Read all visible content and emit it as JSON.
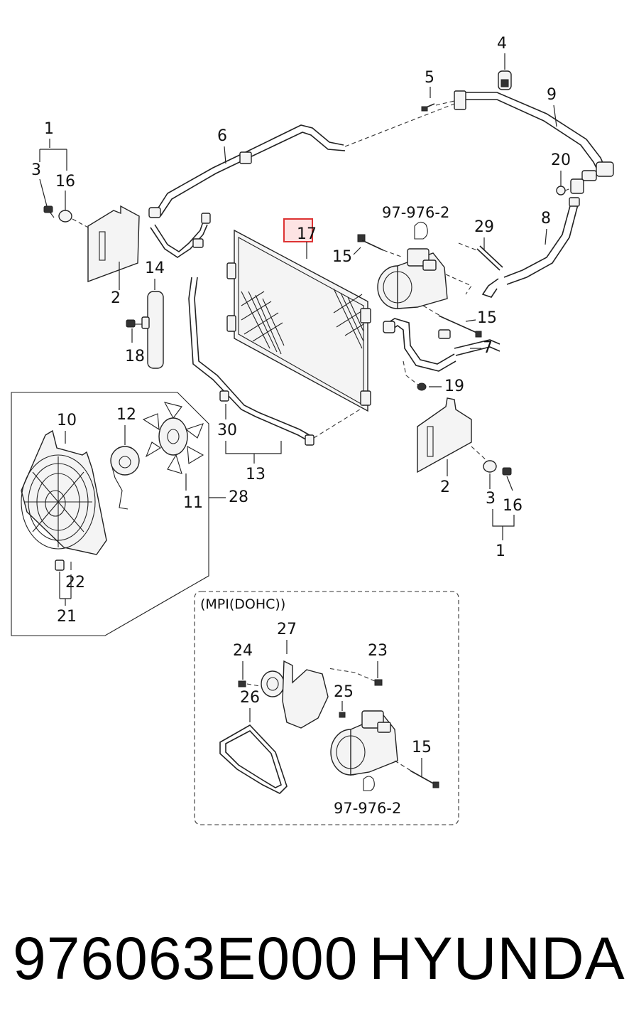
{
  "diagram": {
    "callouts": {
      "c1a": "1",
      "c3a": "3",
      "c16a": "16",
      "c2a": "2",
      "c4": "4",
      "c5": "5",
      "c6": "6",
      "c9": "9",
      "c20": "20",
      "c8": "8",
      "c97a": "97-976-2",
      "c29": "29",
      "c15a": "15",
      "c17": "17",
      "c14": "14",
      "c18": "18",
      "c15b": "15",
      "c7": "7",
      "c19": "19",
      "c10": "10",
      "c12": "12",
      "c11": "11",
      "c28": "28",
      "c22": "22",
      "c21": "21",
      "c30": "30",
      "c13": "13",
      "c2b": "2",
      "c3b": "3",
      "c16b": "16",
      "c1b": "1",
      "c27": "27",
      "c24": "24",
      "c23": "23",
      "c25": "25",
      "c26": "26",
      "c15c": "15",
      "c97b": "97-976-2"
    },
    "inset_title": "(MPI(DOHC))",
    "highlighted_part": "17",
    "highlight_color": "#d33333"
  },
  "footer": {
    "part_number": "976063E000",
    "brand": "HYUNDAI"
  }
}
